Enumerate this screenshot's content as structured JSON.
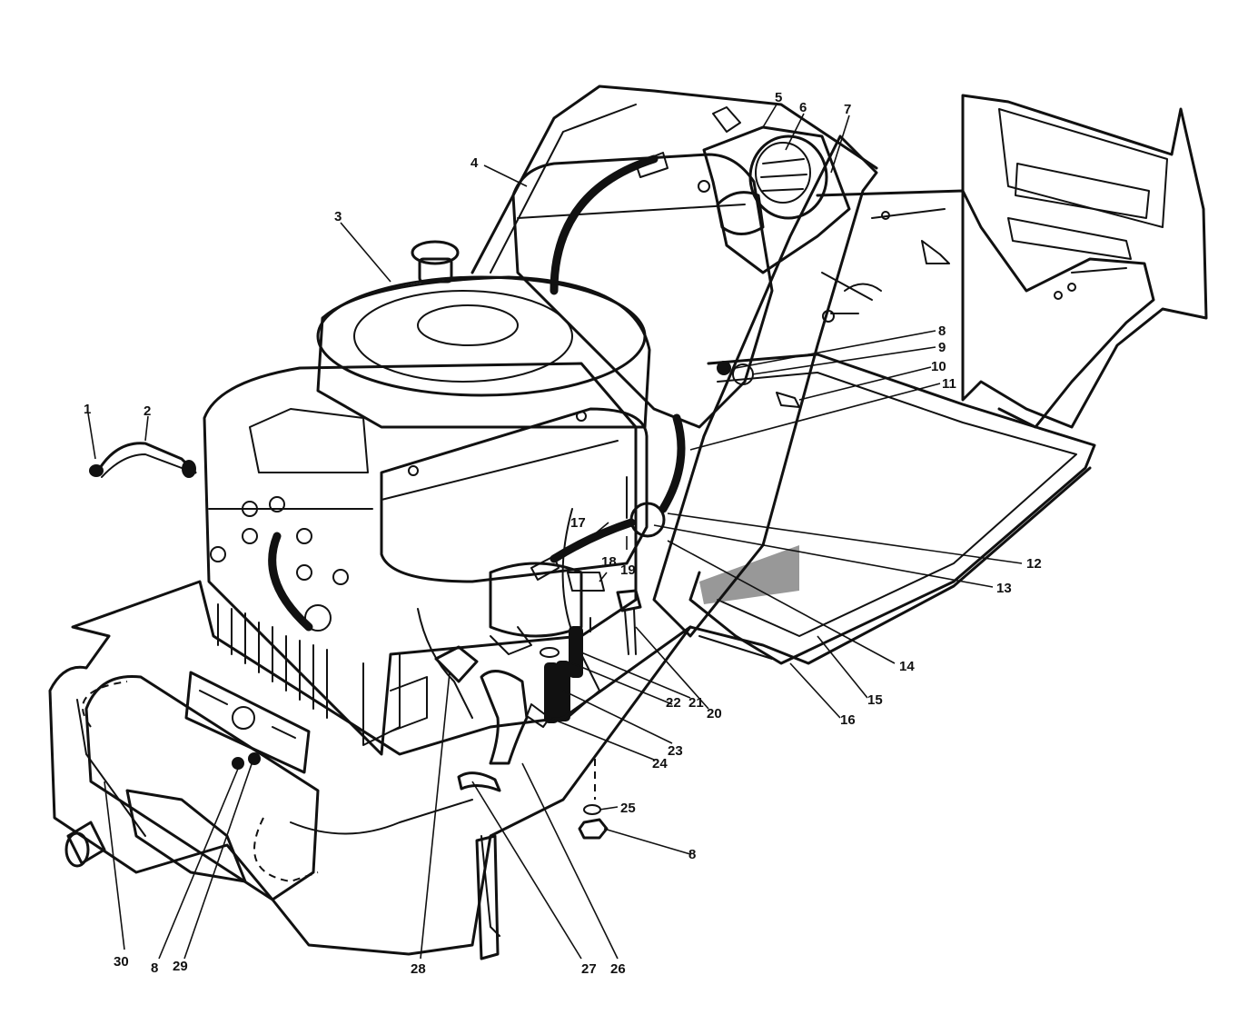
{
  "callouts": [
    {
      "label": "1"
    },
    {
      "label": "2"
    },
    {
      "label": "3"
    },
    {
      "label": "4"
    },
    {
      "label": "5"
    },
    {
      "label": "6"
    },
    {
      "label": "7"
    },
    {
      "label": "8"
    },
    {
      "label": "9"
    },
    {
      "label": "10"
    },
    {
      "label": "11"
    },
    {
      "label": "12"
    },
    {
      "label": "13"
    },
    {
      "label": "14"
    },
    {
      "label": "15"
    },
    {
      "label": "16"
    },
    {
      "label": "17"
    },
    {
      "label": "18"
    },
    {
      "label": "19"
    },
    {
      "label": "20"
    },
    {
      "label": "21"
    },
    {
      "label": "22"
    },
    {
      "label": "23"
    },
    {
      "label": "24"
    },
    {
      "label": "25"
    },
    {
      "label": "8"
    },
    {
      "label": "26"
    },
    {
      "label": "27"
    },
    {
      "label": "28"
    },
    {
      "label": "29"
    },
    {
      "label": "8"
    },
    {
      "label": "30"
    }
  ]
}
